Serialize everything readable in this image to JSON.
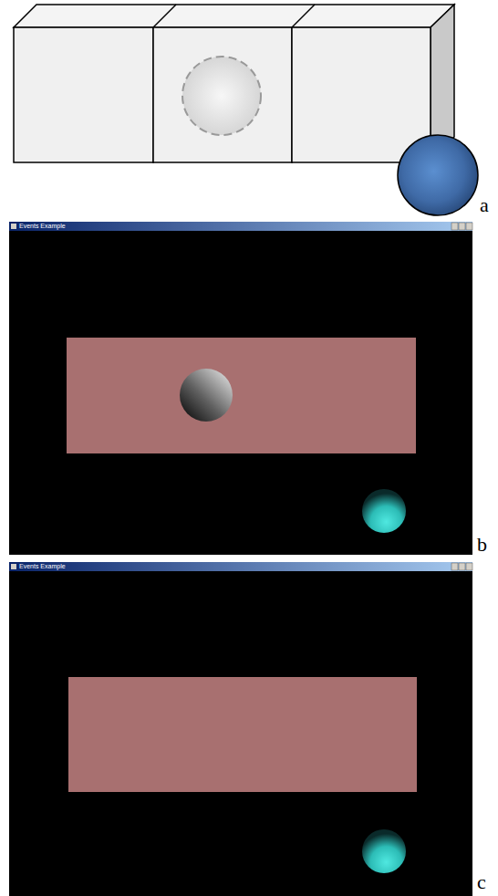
{
  "diagram": {
    "labels": [
      "a",
      "Events Example",
      "b",
      "Events Example",
      "c"
    ]
  }
}
